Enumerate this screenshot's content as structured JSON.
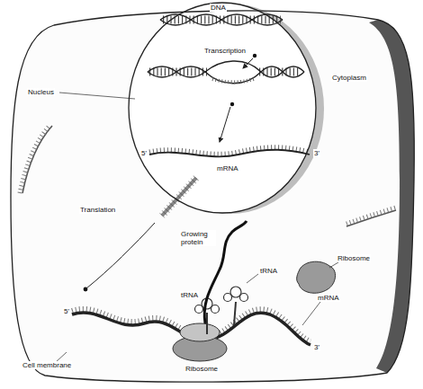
{
  "diagram": {
    "nodes": [
      {
        "text": [
          "Cell membrane",
          "Cytoplasm"
        ]
      },
      {
        "text": [
          "Nucleus"
        ],
        "in": 0
      }
    ],
    "labels": [
      "DNA",
      "Transcription",
      "5'",
      "3'",
      "mRNA",
      "Translation",
      "Ribosome",
      "Growing protein",
      "tRNA",
      "tRNA",
      "mRNA",
      "5'",
      "3'",
      "Ribosome"
    ]
  }
}
